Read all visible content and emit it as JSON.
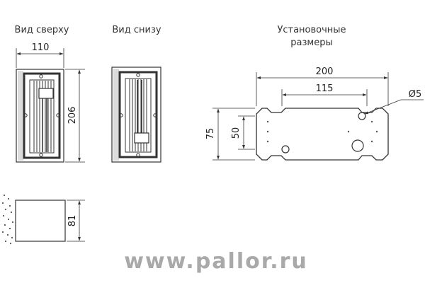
{
  "views": {
    "top_view_label": "Вид сверху",
    "bottom_view_label": "Вид снизу",
    "mounting_label_line1": "Установочные",
    "mounting_label_line2": "размеры"
  },
  "dimensions": {
    "width": "110",
    "height": "206",
    "depth": "81",
    "plate_length": "200",
    "hole_spacing_horizontal": "115",
    "plate_height": "75",
    "hole_spacing_vertical": "50",
    "hole_diameter": "Ø5"
  },
  "watermark": "www.pallor.ru"
}
